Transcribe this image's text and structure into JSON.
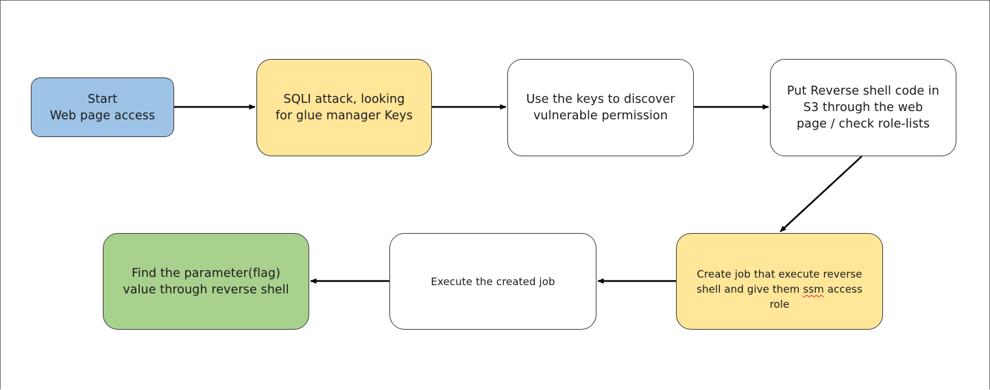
{
  "colors": {
    "start": "#9dc3e6",
    "attack": "#ffe699",
    "plain": "#ffffff",
    "result": "#a9d18e",
    "border": "#3a3a3a",
    "arrow": "#000000"
  },
  "nodes": {
    "start": {
      "text": "Start\nWeb page access"
    },
    "sqli": {
      "text": "SQLI attack, looking\nfor glue manager Keys"
    },
    "keys": {
      "text": "Use the keys to discover\nvulnerable permission"
    },
    "s3": {
      "text": "Put Reverse shell code in\nS3 through the web\npage / check role-lists"
    },
    "job": {
      "line1": "Create job that execute reverse",
      "line2a": "shell and give them ",
      "line2b": "ssm",
      "line2c": " access",
      "line3": "role"
    },
    "exec": {
      "text": "Execute the created job"
    },
    "flag": {
      "text": "Find the parameter(flag)\nvalue through reverse shell"
    }
  }
}
